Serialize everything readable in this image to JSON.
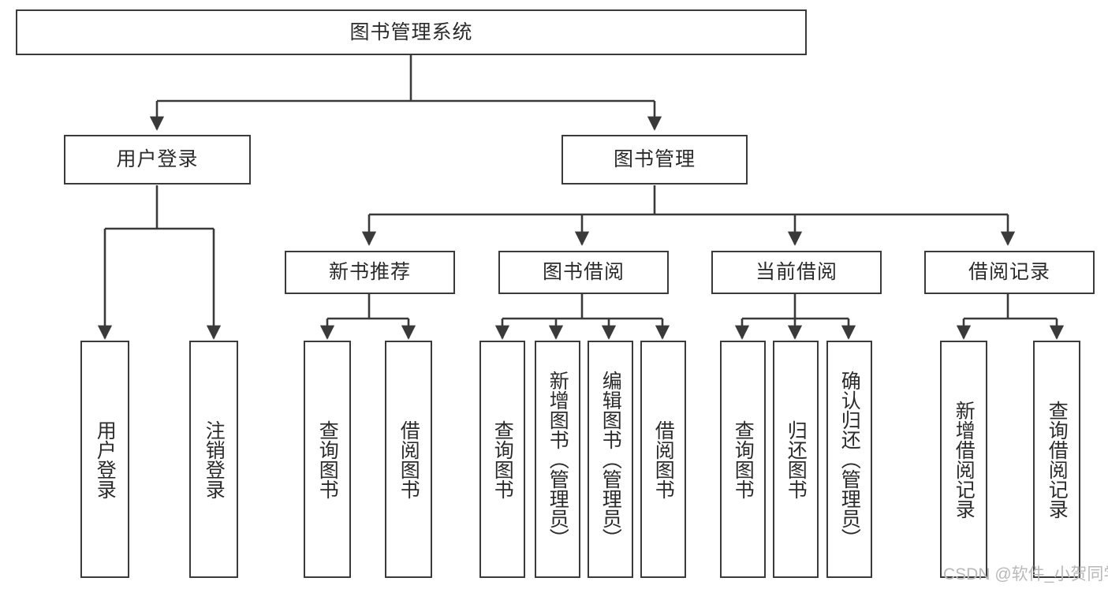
{
  "diagram": {
    "type": "tree-hierarchy",
    "title_node": {
      "label": "图书管理系统"
    },
    "level2": [
      {
        "label": "用户登录"
      },
      {
        "label": "图书管理"
      }
    ],
    "level3": [
      {
        "label": "新书推荐"
      },
      {
        "label": "图书借阅"
      },
      {
        "label": "当前借阅"
      },
      {
        "label": "借阅记录"
      }
    ],
    "leaves": {
      "user_login": [
        {
          "label": "用户登录"
        },
        {
          "label": "注销登录"
        }
      ],
      "new_book_recommend": [
        {
          "label": "查询图书"
        },
        {
          "label": "借阅图书"
        }
      ],
      "book_borrow": [
        {
          "label": "查询图书"
        },
        {
          "label": "新增图书（管理员）"
        },
        {
          "label": "编辑图书（管理员）"
        },
        {
          "label": "借阅图书"
        }
      ],
      "current_borrow": [
        {
          "label": "查询图书"
        },
        {
          "label": "归还图书"
        },
        {
          "label": "确认归还（管理员）"
        }
      ],
      "borrow_records": [
        {
          "label": "新增借阅记录"
        },
        {
          "label": "查询借阅记录"
        }
      ]
    }
  },
  "watermark": {
    "text": "CSDN @软件_小贺同学"
  },
  "colors": {
    "border": "#3a3a3a",
    "text": "#2b2b2b",
    "background": "#ffffff",
    "watermark": "#b9b9b9"
  }
}
